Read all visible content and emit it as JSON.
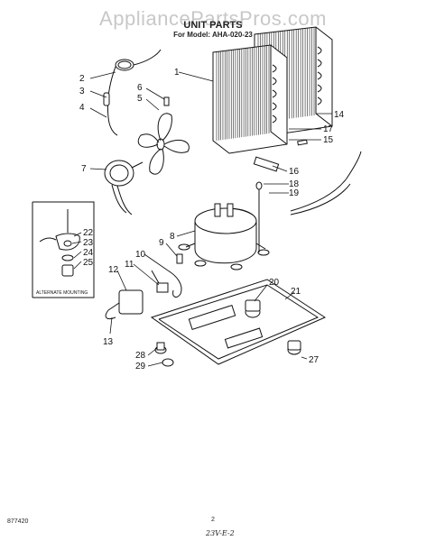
{
  "watermark": "AppliancePartsPros.com",
  "title": "UNIT PARTS",
  "model_line": "For Model: AHA-020-23",
  "inset_label": "ALTERNATE MOUNTING",
  "page_number": "2",
  "doc_code": "877420",
  "handwritten_note": "23V-E-2",
  "callouts": [
    {
      "id": "1",
      "text": "1"
    },
    {
      "id": "2",
      "text": "2"
    },
    {
      "id": "3",
      "text": "3"
    },
    {
      "id": "4",
      "text": "4"
    },
    {
      "id": "5",
      "text": "5"
    },
    {
      "id": "6",
      "text": "6"
    },
    {
      "id": "7",
      "text": "7"
    },
    {
      "id": "8",
      "text": "8"
    },
    {
      "id": "9",
      "text": "9"
    },
    {
      "id": "10",
      "text": "10"
    },
    {
      "id": "11",
      "text": "11"
    },
    {
      "id": "12",
      "text": "12"
    },
    {
      "id": "13",
      "text": "13"
    },
    {
      "id": "14",
      "text": "14"
    },
    {
      "id": "15",
      "text": "15"
    },
    {
      "id": "16",
      "text": "16"
    },
    {
      "id": "17",
      "text": "17"
    },
    {
      "id": "18",
      "text": "18"
    },
    {
      "id": "19",
      "text": "19"
    },
    {
      "id": "20",
      "text": "20"
    },
    {
      "id": "21",
      "text": "21"
    },
    {
      "id": "22",
      "text": "22"
    },
    {
      "id": "23",
      "text": "23"
    },
    {
      "id": "24",
      "text": "24"
    },
    {
      "id": "25",
      "text": "25"
    },
    {
      "id": "27",
      "text": "27"
    },
    {
      "id": "28",
      "text": "28"
    },
    {
      "id": "29",
      "text": "29"
    }
  ]
}
